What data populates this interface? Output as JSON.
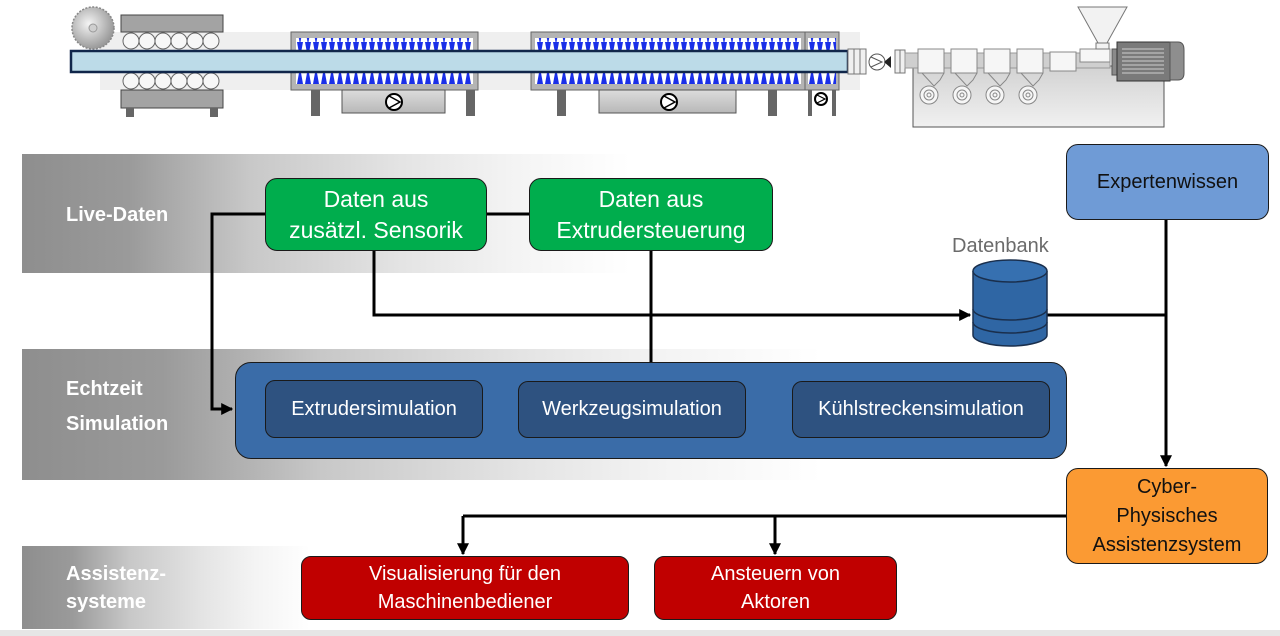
{
  "machine_illustration": {
    "components": [
      "saw-blade",
      "haul-off",
      "cooling-tank-1",
      "cooling-tank-2",
      "cooling-tank-small",
      "extrusion-die",
      "extruder",
      "feed-hopper",
      "drive-motor"
    ]
  },
  "bands": {
    "live": {
      "label": "Live-Daten"
    },
    "realtime": {
      "label_line1": "Echtzeit",
      "label_line2": "Simulation"
    },
    "assist": {
      "label_line1": "Assistenz-",
      "label_line2": "systeme"
    }
  },
  "nodes": {
    "sensor": {
      "label": "Daten aus\nzusätzl. Sensorik"
    },
    "controller": {
      "label": "Daten aus\nExtrudersteuerung"
    },
    "expert": {
      "label": "Expertenwissen"
    },
    "database": {
      "label": "Datenbank"
    },
    "extruder_sim": {
      "label": "Extrudersimulation"
    },
    "tool_sim": {
      "label": "Werkzeugsimulation"
    },
    "cooling_sim": {
      "label": "Kühlstreckensimulation"
    },
    "cps": {
      "label": "Cyber-\nPhysisches\nAssistenzsystem"
    },
    "visualization": {
      "label": "Visualisierung für den\nMaschinenbediener"
    },
    "actuators": {
      "label": "Ansteuern von\nAktoren"
    }
  },
  "colors": {
    "live_data": "#00ad4d",
    "simulation_outer": "#3a6ca8",
    "simulation_inner": "#2e5280",
    "expert": "#6f9bd6",
    "database": "#2f66a4",
    "cps": "#fb9a33",
    "assist": "#c00000",
    "band_dark": "#8e8e8e"
  }
}
